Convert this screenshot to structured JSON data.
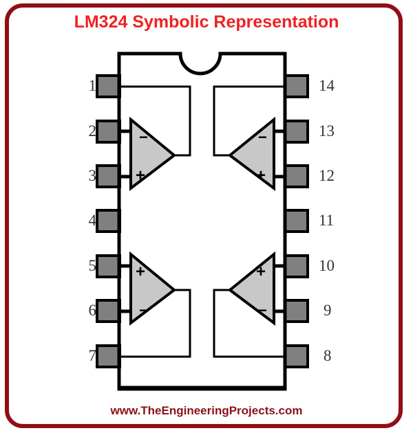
{
  "page": {
    "title": "LM324 Symbolic Representation",
    "footer": "www.TheEngineeringProjects.com",
    "frame_color": "#8f0f14",
    "title_color": "#ee2222",
    "footer_color": "#8a1118",
    "background": "#ffffff"
  },
  "chip": {
    "name": "LM324",
    "package": "DIP-14",
    "body_fill": "#ffffff",
    "body_stroke": "#000000",
    "pin_fill": "#808080",
    "pin_stroke": "#000000",
    "opamp_fill": "#c8c8c8",
    "opamp_stroke": "#000000",
    "notch": "top-center-semicircle",
    "pin_count": 14,
    "left_pins": [
      "1",
      "2",
      "3",
      "4",
      "5",
      "6",
      "7"
    ],
    "right_pins": [
      "14",
      "13",
      "12",
      "11",
      "10",
      "9",
      "8"
    ],
    "opamps": [
      {
        "id": "A",
        "position": "top-left",
        "direction": "right",
        "top_input": "−",
        "bottom_input": "+",
        "inputs": [
          "2",
          "3"
        ],
        "output": "1"
      },
      {
        "id": "B",
        "position": "top-right",
        "direction": "left",
        "top_input": "−",
        "bottom_input": "+",
        "inputs": [
          "13",
          "12"
        ],
        "output": "14"
      },
      {
        "id": "C",
        "position": "bottom-left",
        "direction": "right",
        "top_input": "+",
        "bottom_input": "−",
        "inputs": [
          "5",
          "6"
        ],
        "output": "7"
      },
      {
        "id": "D",
        "position": "bottom-right",
        "direction": "left",
        "top_input": "+",
        "bottom_input": "−",
        "inputs": [
          "10",
          "9"
        ],
        "output": "8"
      }
    ]
  }
}
